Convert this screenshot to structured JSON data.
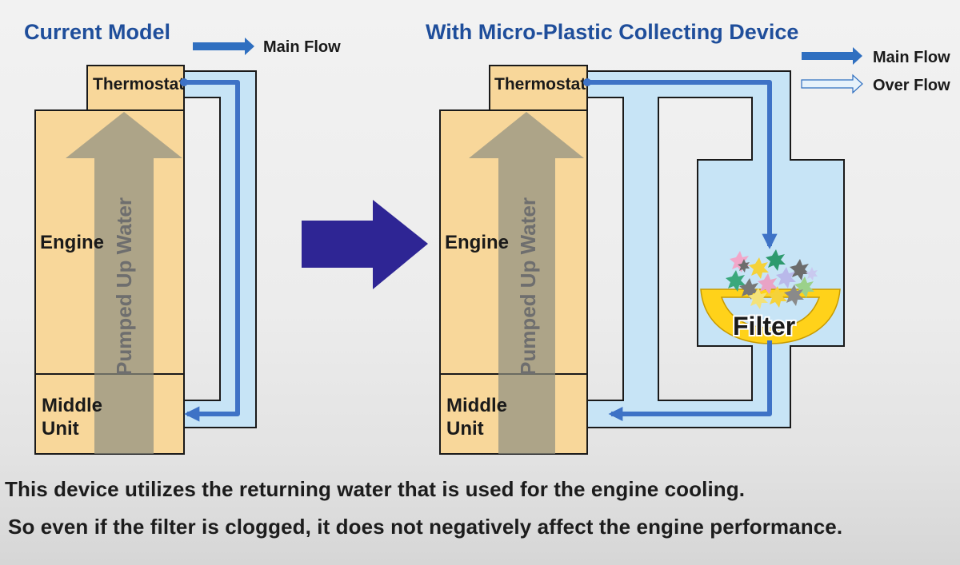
{
  "left_panel": {
    "title": "Current Model",
    "legend_main_flow": "Main Flow",
    "thermostat": "Thermostat",
    "engine": "Engine",
    "middle_unit_line1": "Middle",
    "middle_unit_line2": "Unit",
    "pumped_up_water": "Pumped Up Water"
  },
  "right_panel": {
    "title": "With Micro-Plastic Collecting Device",
    "legend_main_flow": "Main Flow",
    "legend_over_flow": "Over Flow",
    "thermostat": "Thermostat",
    "engine": "Engine",
    "middle_unit_line1": "Middle",
    "middle_unit_line2": "Unit",
    "pumped_up_water": "Pumped Up Water",
    "filter": "Filter"
  },
  "caption": {
    "line1": "This device utilizes the returning water that is used for the engine cooling.",
    "line2": "So even if the filter is clogged, it does not negatively affect the engine performance."
  },
  "colors": {
    "title": "#1f4e9b",
    "engine_fill": "#f8d79a",
    "pipe_fill": "#c7e4f6",
    "flow_arrow": "#3e72c6",
    "transition_arrow": "#2e2594",
    "filter_fill": "#ffd21a"
  },
  "icons": [
    "main-flow-arrow-icon",
    "over-flow-arrow-icon",
    "transition-arrow-icon",
    "pumped-water-arrow-icon",
    "microplastic-particle-icon"
  ]
}
